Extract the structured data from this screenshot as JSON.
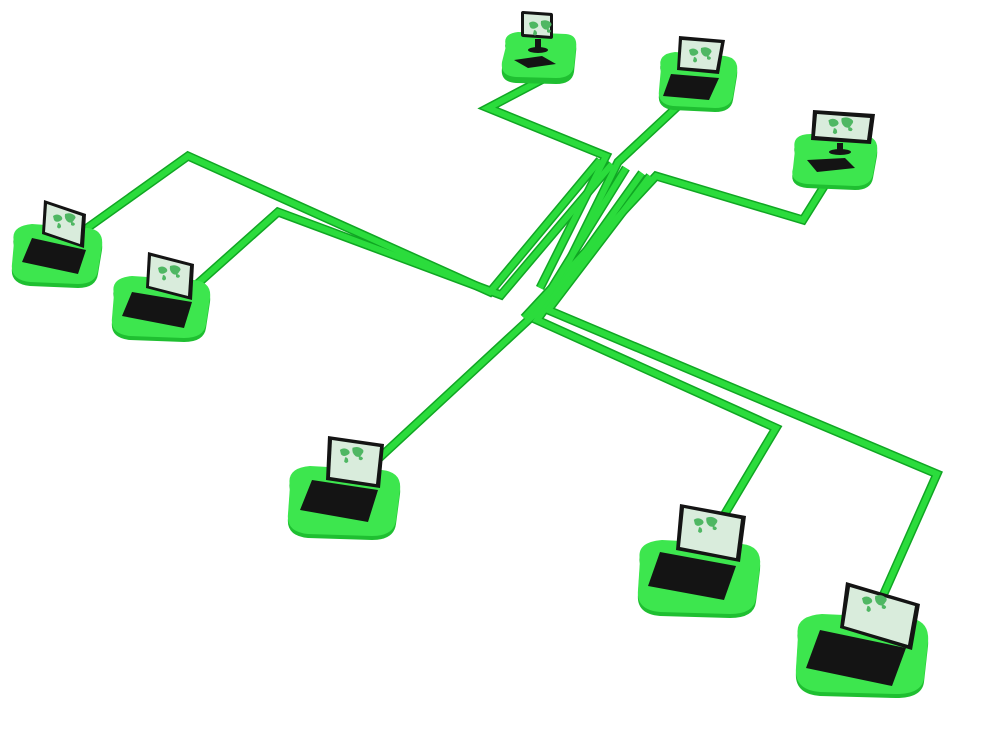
{
  "diagram": {
    "type": "network-topology",
    "colors": {
      "background": "#ffffff",
      "cable": "#2bdc3c",
      "cable_shadow": "#10a623",
      "pad": "#39e64a",
      "pad_shadow": "#1fbf31",
      "device_body": "#141414",
      "screen_map": "#4fb763",
      "screen_bg": "#d9ecdc"
    },
    "nodes": [
      {
        "id": "desktop-1",
        "kind": "desktop-monitor"
      },
      {
        "id": "laptop-1",
        "kind": "laptop"
      },
      {
        "id": "desktop-2",
        "kind": "desktop-monitor"
      },
      {
        "id": "laptop-2",
        "kind": "laptop"
      },
      {
        "id": "laptop-3",
        "kind": "laptop"
      },
      {
        "id": "laptop-4",
        "kind": "laptop"
      },
      {
        "id": "laptop-5",
        "kind": "laptop"
      },
      {
        "id": "laptop-6",
        "kind": "laptop"
      }
    ]
  }
}
